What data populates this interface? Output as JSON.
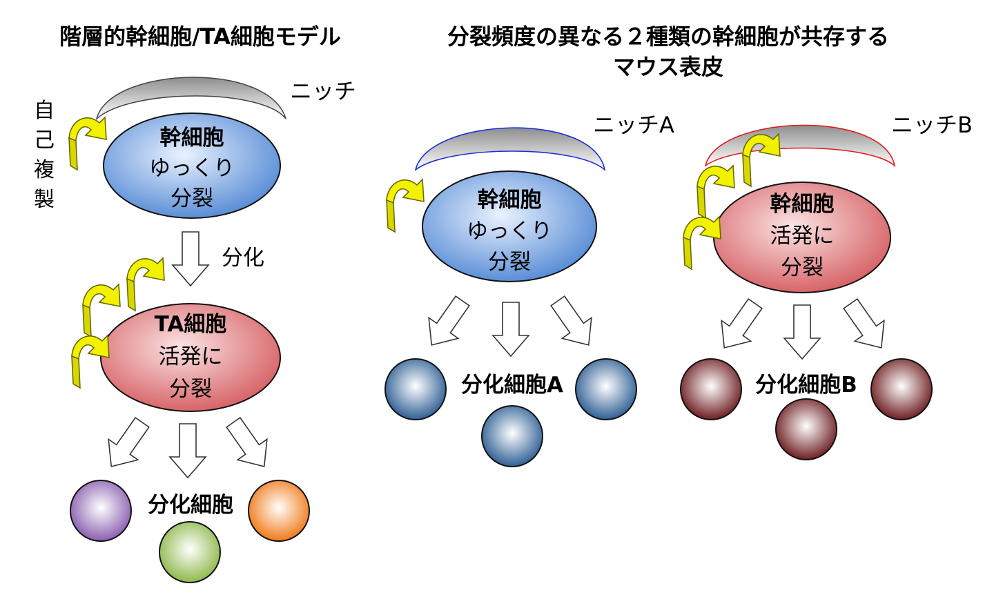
{
  "left": {
    "title": "階層的幹細胞/TA細胞モデル",
    "niche_label": "ニッチ",
    "self_renewal_label": [
      "自",
      "己",
      "複",
      "製"
    ],
    "stem_cell": {
      "name": "幹細胞",
      "line1": "ゆっくり",
      "line2": "分裂"
    },
    "differentiation_label": "分化",
    "ta_cell": {
      "name": "TA細胞",
      "line1": "活発に",
      "line2": "分裂"
    },
    "differentiated_label": "分化細胞"
  },
  "right": {
    "title_line1": "分裂頻度の異なる２種類の幹細胞が共存する",
    "title_line2": "マウス表皮",
    "niche_a_label": "ニッチA",
    "niche_b_label": "ニッチB",
    "stem_a": {
      "name": "幹細胞",
      "line1": "ゆっくり",
      "line2": "分裂"
    },
    "stem_b": {
      "name": "幹細胞",
      "line1": "活発に",
      "line2": "分裂"
    },
    "differentiated_a_label": "分化細胞A",
    "differentiated_b_label": "分化細胞B"
  },
  "colors": {
    "blue_cell": "#5b8fd6",
    "red_cell": "#d9686b",
    "arrow_yellow": "#f2f200",
    "niche_a_outline": "#1a2fd6",
    "niche_b_outline": "#e01a1a",
    "sphere_purple": "#8a5fb0",
    "sphere_green": "#8fb84c",
    "sphere_orange": "#f07a1a",
    "sphere_blue": "#2f5f94",
    "sphere_maroon": "#6e1f22"
  }
}
